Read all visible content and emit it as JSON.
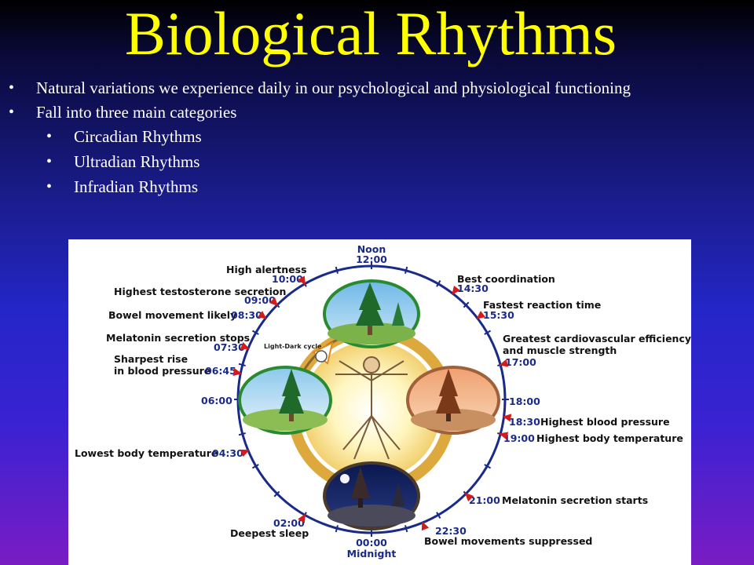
{
  "slide": {
    "title": "Biological Rhythms",
    "bullets": [
      {
        "text": "Natural variations we experience daily in our psychological and physiological functioning"
      },
      {
        "text": "Fall into three main categories"
      }
    ],
    "sub_bullets": [
      {
        "text": "Circadian Rhythms"
      },
      {
        "text": "Ultradian Rhythms"
      },
      {
        "text": "Infradian Rhythms"
      }
    ],
    "bullet_glyph": "•"
  },
  "diagram": {
    "top_label": "Noon",
    "bottom_label": "Midnight",
    "cycle_label": "Light-Dark cycle",
    "events": [
      {
        "time": "12:00",
        "label": ""
      },
      {
        "time": "10:00",
        "label": "High alertness"
      },
      {
        "time": "09:00",
        "label": "Highest testosterone secretion"
      },
      {
        "time": "08:30",
        "label": "Bowel movement likely"
      },
      {
        "time": "07:30",
        "label": "Melatonin secretion stops"
      },
      {
        "time": "06:45",
        "label_line1": "Sharpest rise",
        "label_line2": "in blood pressure"
      },
      {
        "time": "06:00",
        "label": ""
      },
      {
        "time": "04:30",
        "label": "Lowest body temperature"
      },
      {
        "time": "02:00",
        "label": "Deepest sleep"
      },
      {
        "time": "00:00",
        "label": ""
      },
      {
        "time": "22:30",
        "label": "Bowel movements suppressed"
      },
      {
        "time": "21:00",
        "label": "Melatonin secretion starts"
      },
      {
        "time": "19:00",
        "label": "Highest body temperature"
      },
      {
        "time": "18:30",
        "label": "Highest blood pressure"
      },
      {
        "time": "18:00",
        "label": ""
      },
      {
        "time": "17:00",
        "label_line1": "Greatest cardiovascular efficiency",
        "label_line2": "and muscle strength"
      },
      {
        "time": "15:30",
        "label": "Fastest reaction time"
      },
      {
        "time": "14:30",
        "label": "Best coordination"
      }
    ],
    "colors": {
      "ring": "#1a2a88",
      "arrow": "#d41a1a",
      "orbit": "#d9a028",
      "sun": "#fff2a0",
      "tree": "#1f6a2a"
    }
  }
}
